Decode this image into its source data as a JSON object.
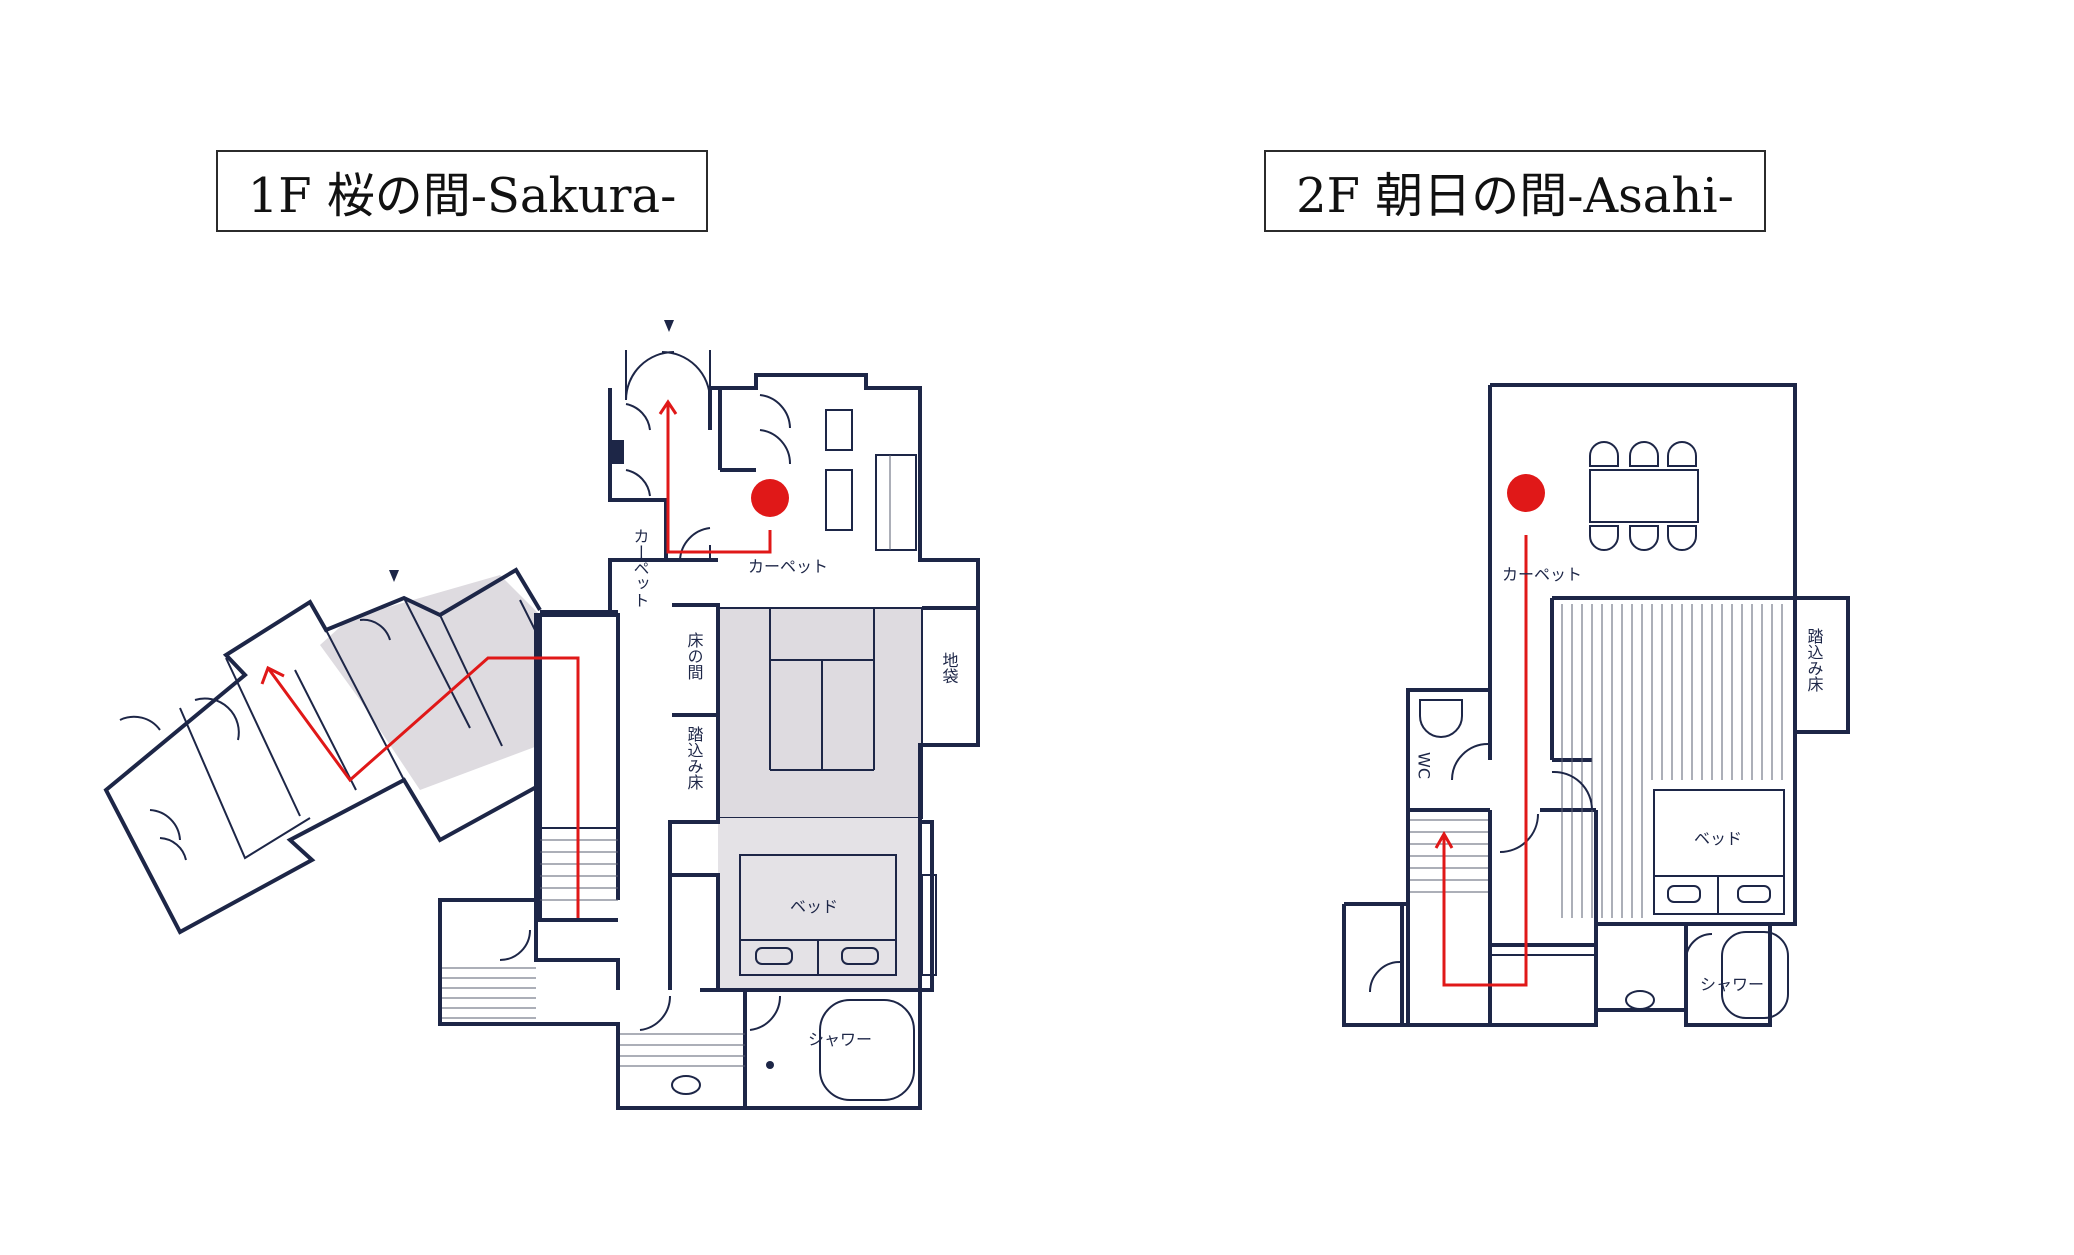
{
  "floor1": {
    "title": "1F 桜の間-Sakura-",
    "labels": {
      "carpet_main": "カーペット",
      "carpet_corridor": "カーペット",
      "tokonoma": "床の間",
      "fumikomi": "踏込み床",
      "jibukuro": "地袋",
      "bed": "ベッド",
      "shower": "シャワー"
    }
  },
  "floor2": {
    "title": "2F 朝日の間-Asahi-",
    "labels": {
      "carpet": "カーペット",
      "fumikomi": "踏込み床",
      "wc": "WC",
      "bed": "ベッド",
      "shower": "シャワー"
    }
  },
  "colors": {
    "wall": "#1d2647",
    "route": "#e01818",
    "tatami": "#dedbe0"
  }
}
